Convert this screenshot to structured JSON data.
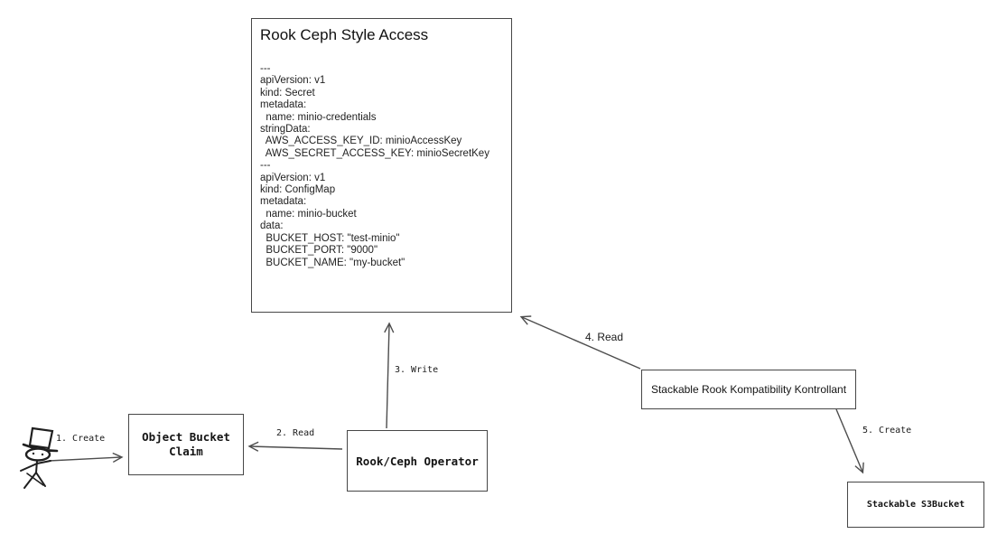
{
  "canvas": {
    "background": "#ffffff",
    "stroke_color": "#4d4d4d",
    "text_color": "#1a1a1a"
  },
  "access_box": {
    "title": "Rook Ceph Style Access",
    "yaml": "---\napiVersion: v1\nkind: Secret\nmetadata:\n  name: minio-credentials\nstringData:\n  AWS_ACCESS_KEY_ID: minioAccessKey\n  AWS_SECRET_ACCESS_KEY: minioSecretKey\n---\napiVersion: v1\nkind: ConfigMap\nmetadata:\n  name: minio-bucket\ndata:\n  BUCKET_HOST: \"test-minio\"\n  BUCKET_PORT: \"9000\"\n  BUCKET_NAME: \"my-bucket\""
  },
  "nodes": {
    "object_bucket_claim": {
      "label": "Object Bucket Claim"
    },
    "rook_ceph_operator": {
      "label": "Rook/Ceph Operator"
    },
    "stackable_kontrollant": {
      "label": "Stackable Rook Kompatibility Kontrollant"
    },
    "stackable_s3bucket": {
      "label": "Stackable S3Bucket"
    }
  },
  "edges": {
    "create_obc": {
      "label": "1. Create"
    },
    "read_obc": {
      "label": "2. Read"
    },
    "write_access": {
      "label": "3. Write"
    },
    "read_access": {
      "label": "4. Read"
    },
    "create_s3bucket": {
      "label": "5. Create"
    }
  }
}
